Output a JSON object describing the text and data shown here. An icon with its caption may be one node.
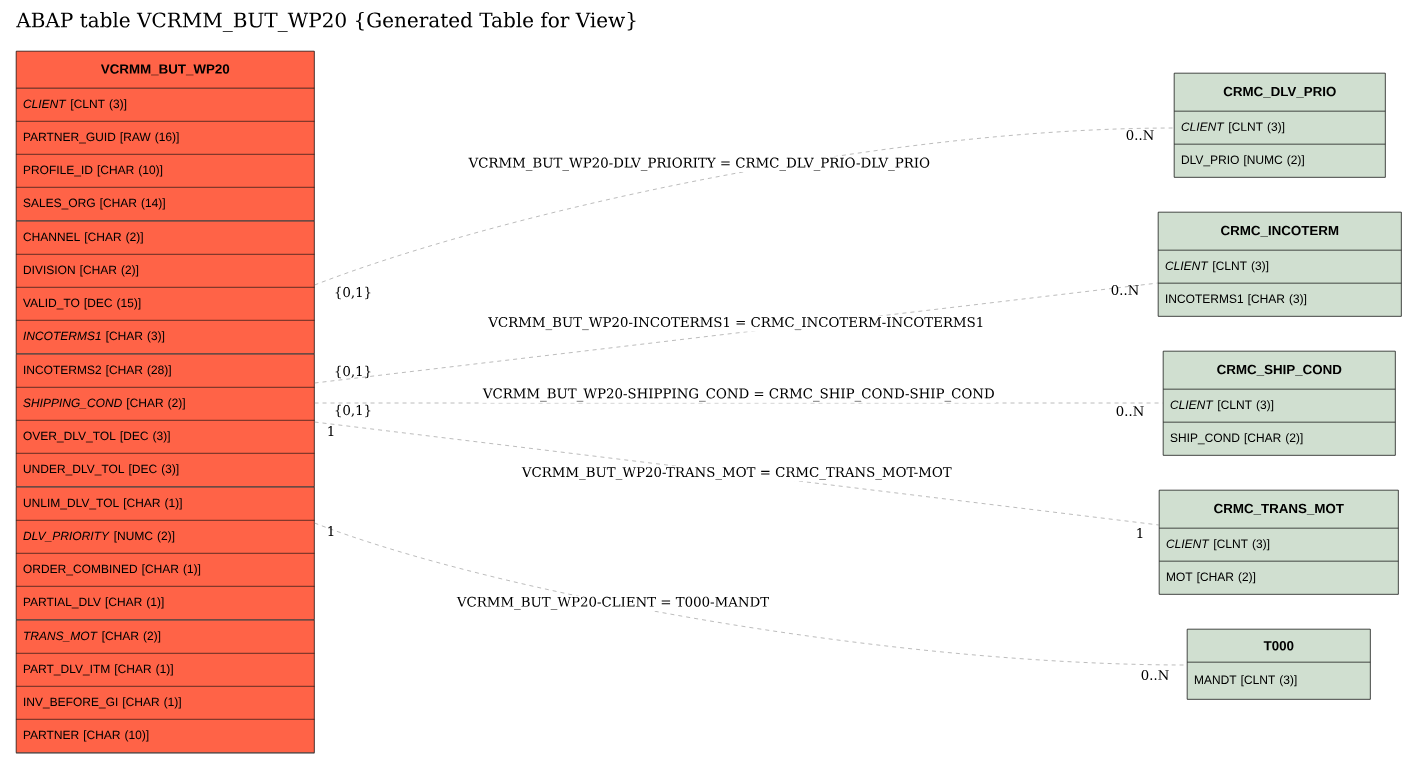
{
  "diagram": {
    "title": "ABAP table VCRMM_BUT_WP20 {Generated Table for View}",
    "nodes": [
      {
        "text": [
          "VCRMM_BUT_WP20",
          "*CLIENT* [CLNT (3)]",
          "PARTNER_GUID [RAW (16)]",
          "PROFILE_ID [CHAR (10)]",
          "SALES_ORG [CHAR (14)]",
          "CHANNEL [CHAR (2)]",
          "DIVISION [CHAR (2)]",
          "VALID_TO [DEC (15)]",
          "*INCOTERMS1* [CHAR (3)]",
          "INCOTERMS2 [CHAR (28)]",
          "*SHIPPING_COND* [CHAR (2)]",
          "OVER_DLV_TOL [DEC (3)]",
          "UNDER_DLV_TOL [DEC (3)]",
          "UNLIM_DLV_TOL [CHAR (1)]",
          "*DLV_PRIORITY* [NUMC (2)]",
          "ORDER_COMBINED [CHAR (1)]",
          "PARTIAL_DLV [CHAR (1)]",
          "*TRANS_MOT* [CHAR (2)]",
          "PART_DLV_ITM [CHAR (1)]",
          "INV_BEFORE_GI [CHAR (1)]",
          "PARTNER [CHAR (10)]"
        ]
      },
      {
        "text": [
          "CRMC_DLV_PRIO",
          "*CLIENT* [CLNT (3)]",
          "DLV_PRIO [NUMC (2)]"
        ]
      },
      {
        "text": [
          "CRMC_INCOTERM",
          "*CLIENT* [CLNT (3)]",
          "INCOTERMS1 [CHAR (3)]"
        ]
      },
      {
        "text": [
          "CRMC_SHIP_COND",
          "*CLIENT* [CLNT (3)]",
          "SHIP_COND [CHAR (2)]"
        ]
      },
      {
        "text": [
          "CRMC_TRANS_MOT",
          "*CLIENT* [CLNT (3)]",
          "MOT [CHAR (2)]"
        ]
      },
      {
        "text": [
          "T000",
          "MANDT [CLNT (3)]"
        ]
      }
    ],
    "edges": [
      {
        "from": 0,
        "to": 1,
        "arrow": "none",
        "style": "dashed",
        "label": "VCRMM_BUT_WP20-DLV_PRIORITY = CRMC_DLV_PRIO-DLV_PRIO"
      },
      {
        "from": 0,
        "to": 2,
        "arrow": "none",
        "style": "dashed",
        "label": "VCRMM_BUT_WP20-INCOTERMS1 = CRMC_INCOTERM-INCOTERMS1"
      },
      {
        "from": 0,
        "to": 3,
        "arrow": "none",
        "style": "dashed",
        "label": "VCRMM_BUT_WP20-SHIPPING_COND = CRMC_SHIP_COND-SHIP_COND"
      },
      {
        "from": 0,
        "to": 4,
        "arrow": "none",
        "style": "dashed",
        "label": "VCRMM_BUT_WP20-TRANS_MOT = CRMC_TRANS_MOT-MOT"
      },
      {
        "from": 0,
        "to": 5,
        "arrow": "none",
        "style": "dashed",
        "label": "VCRMM_BUT_WP20-CLIENT = T000-MANDT"
      }
    ],
    "labels": [
      "0..N",
      "{0,1}",
      "0..N",
      "{0,1}",
      "{0,1}",
      "0..N",
      "1",
      "1",
      "1",
      "0..N"
    ]
  }
}
